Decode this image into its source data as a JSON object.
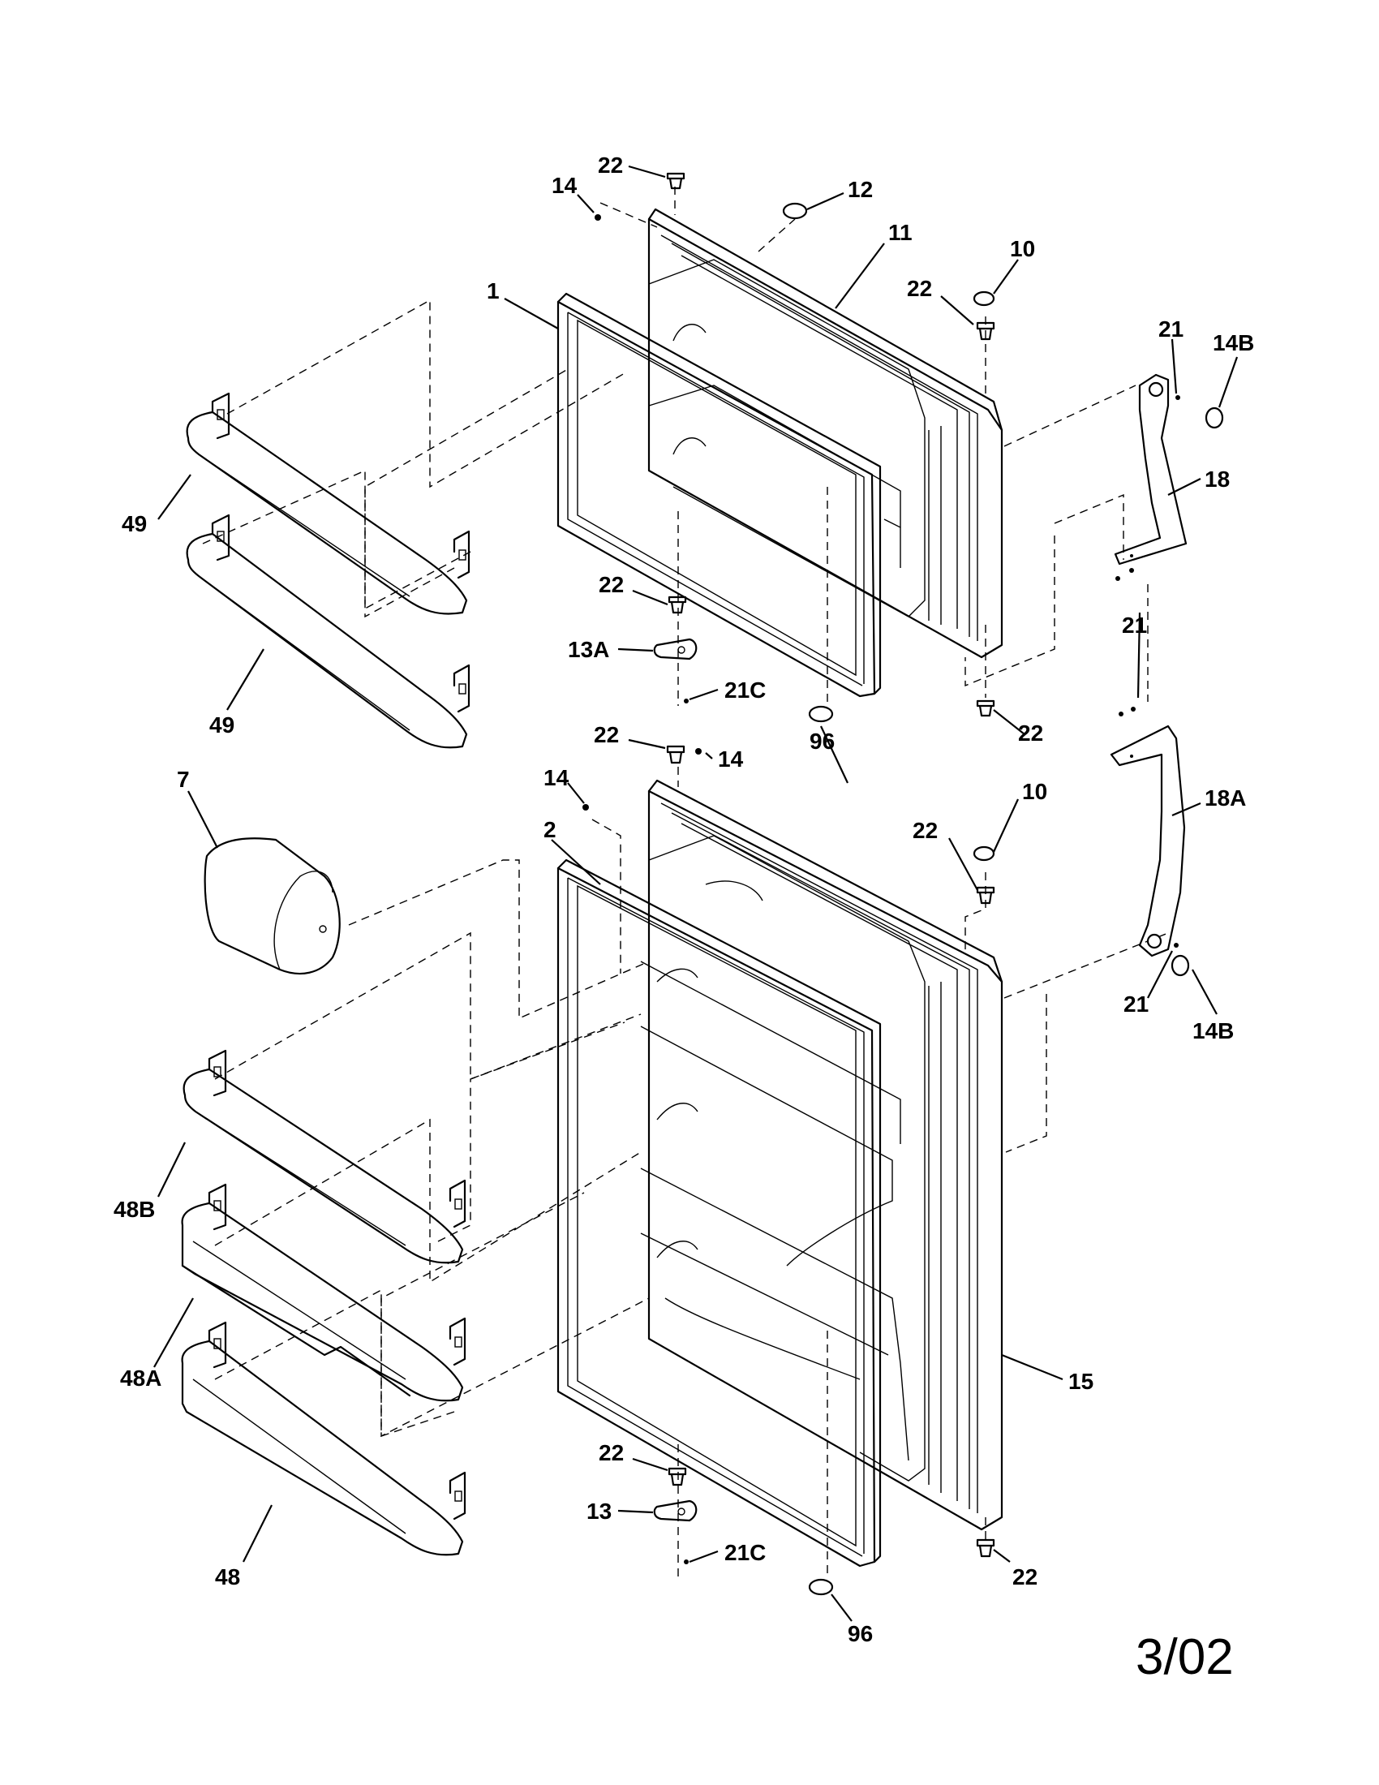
{
  "diagram_date": "3/02",
  "labels": {
    "p1": "1",
    "p2": "2",
    "p7": "7",
    "p10a": "10",
    "p10b": "10",
    "p11": "11",
    "p12": "12",
    "p13": "13",
    "p13a": "13A",
    "p14a": "14",
    "p14b": "14",
    "p14c": "14",
    "p14ba": "14B",
    "p14bb": "14B",
    "p15": "15",
    "p18": "18",
    "p18a": "18A",
    "p21a": "21",
    "p21b": "21",
    "p21c": "21",
    "p21ca": "21C",
    "p21cb": "21C",
    "p22a": "22",
    "p22b": "22",
    "p22c": "22",
    "p22d": "22",
    "p22e": "22",
    "p22f": "22",
    "p22g": "22",
    "p22h": "22",
    "p48": "48",
    "p48a": "48A",
    "p48b": "48B",
    "p49a": "49",
    "p49b": "49",
    "p96a": "96",
    "p96b": "96"
  }
}
